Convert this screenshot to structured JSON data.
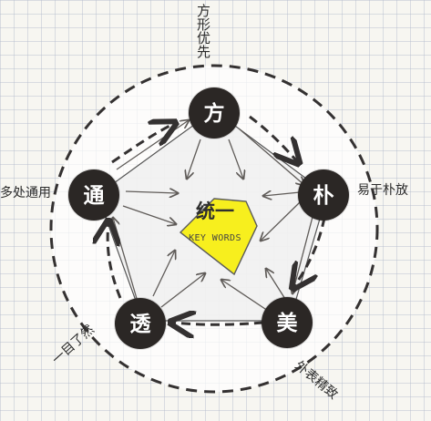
{
  "colors": {
    "paper": "#f7f6f1",
    "node": "#2b2725",
    "node_text": "#ffffff",
    "center_fill": "#f7ef1e",
    "line": "#5f5b58",
    "dashed": "#343131",
    "ring_fill": "#ffffff"
  },
  "center": {
    "title": "统一",
    "subtitle": "KEY WORDS"
  },
  "nodes": [
    {
      "id": "fang",
      "label": "方"
    },
    {
      "id": "pu",
      "label": "朴"
    },
    {
      "id": "mei",
      "label": "美"
    },
    {
      "id": "tou",
      "label": "透"
    },
    {
      "id": "tong",
      "label": "通"
    }
  ],
  "labels": {
    "top": "方形优先",
    "right": "易于朴放",
    "left": "多处通用",
    "bottom_left": "一目了然",
    "bottom_right": "外表精致"
  }
}
